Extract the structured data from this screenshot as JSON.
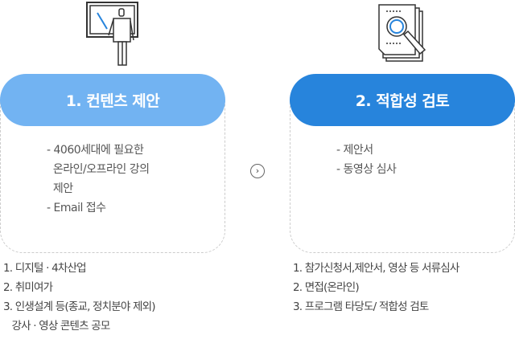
{
  "steps": [
    {
      "title": "1. 컨텐츠 제안",
      "color": "#72b3f2",
      "items": [
        "- 4060세대에 필요한",
        "  온라인/오프라인 강의",
        "  제안",
        "- Email 접수"
      ],
      "notes": [
        "1. 디지털 · 4차산업",
        "2. 취미여가",
        "3. 인생설계 등(종교, 정치분야 제외)",
        "   강사 · 영상 콘텐츠 공모"
      ]
    },
    {
      "title": "2. 적합성 검토",
      "color": "#2784dc",
      "items": [
        "- 제안서",
        "- 동영상 심사"
      ],
      "notes": [
        "1. 참가신청서,제안서, 영상 등 서류심사",
        "2. 면접(온라인)",
        "3. 프로그램 타당도/ 적합성 검토"
      ]
    }
  ],
  "arrow": "›"
}
